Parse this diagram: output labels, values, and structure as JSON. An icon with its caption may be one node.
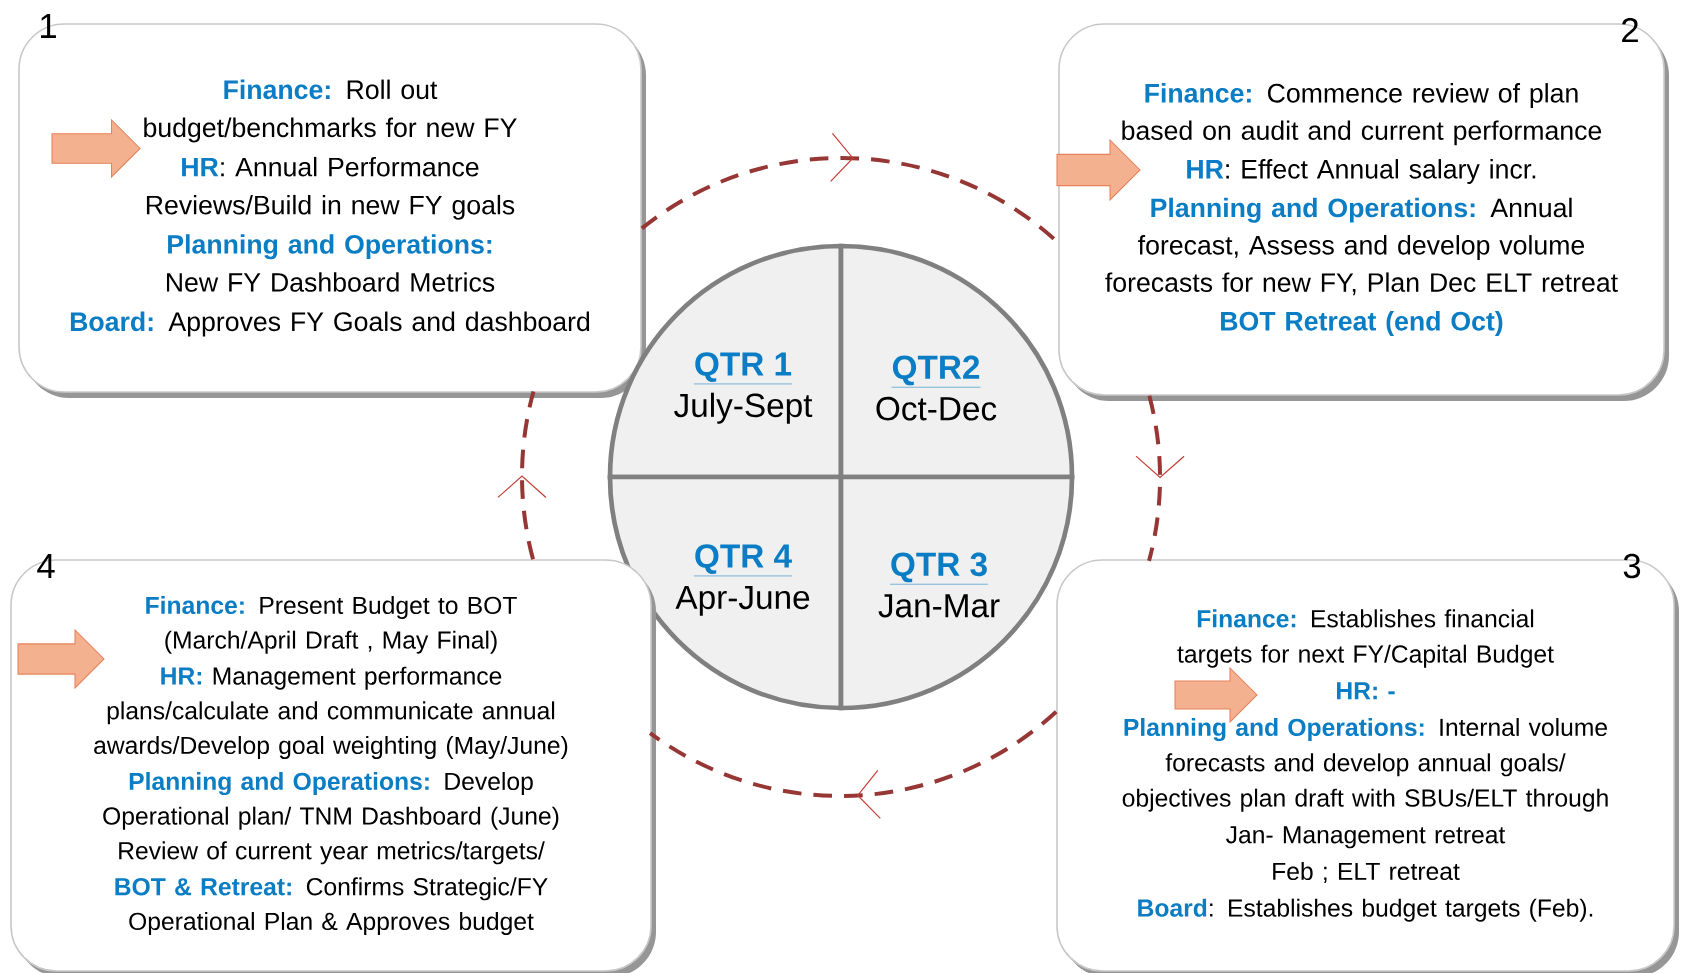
{
  "diagram": {
    "nodes": [
      {
        "text": [
          "**Finance:** Roll out budget/benchmarks for new FY",
          "**HR**: Annual Performance Reviews/Build in new FY goals",
          "**Planning and Operations:** New FY Dashboard Metrics",
          "**Board:** Approves FY Goals and dashboard"
        ],
        "beside": [
          "1"
        ]
      },
      {
        "text": [
          "**Finance:** Commence review of plan based on audit and current performance",
          "**HR**:  Effect Annual salary incr.",
          "**Planning and Operations:** Annual forecast, Assess and develop volume forecasts for new FY, Plan Dec ELT retreat",
          "**BOT Retreat (end Oct)**"
        ],
        "beside": [
          "2"
        ]
      },
      {
        "text": [
          "QTR 1",
          "July-Sept"
        ]
      },
      {
        "text": [
          "QTR2",
          "Oct-Dec"
        ]
      },
      {
        "text": [
          "QTR 4",
          "Apr-June"
        ]
      },
      {
        "text": [
          "QTR 3",
          "Jan-Mar"
        ]
      },
      {
        "text": [
          "**Finance:** Present Budget to BOT (March/April Draft , May Final)",
          "**HR:** Management performance plans/calculate and communicate annual awards/Develop goal weighting (May/June)",
          "**Planning and Operations:** Develop Operational plan/ TNM Dashboard (June) Review of current year metrics/targets/",
          "**BOT & Retreat:** Confirms Strategic/FY Operational Plan & Approves budget"
        ],
        "beside": [
          "4"
        ]
      },
      {
        "text": [
          "**Finance:** Establishes financial targets for next FY/Capital Budget",
          "**HR: -**",
          "**Planning and Operations:** Internal volume forecasts and develop annual goals/ objectives plan draft with SBUs/ELT through",
          "Jan- Management retreat",
          "Feb ; ELT retreat",
          "**Board**: Establishes budget targets (Feb)."
        ],
        "beside": [
          "3"
        ]
      }
    ],
    "edges": [
      {
        "from": 0,
        "to": 1,
        "arrow": "to",
        "style": "dashed"
      },
      {
        "from": 1,
        "to": 7,
        "arrow": "to",
        "style": "dashed"
      },
      {
        "from": 7,
        "to": 6,
        "arrow": "to",
        "style": "dashed"
      },
      {
        "from": 6,
        "to": 0,
        "arrow": "to",
        "style": "dashed"
      }
    ]
  }
}
